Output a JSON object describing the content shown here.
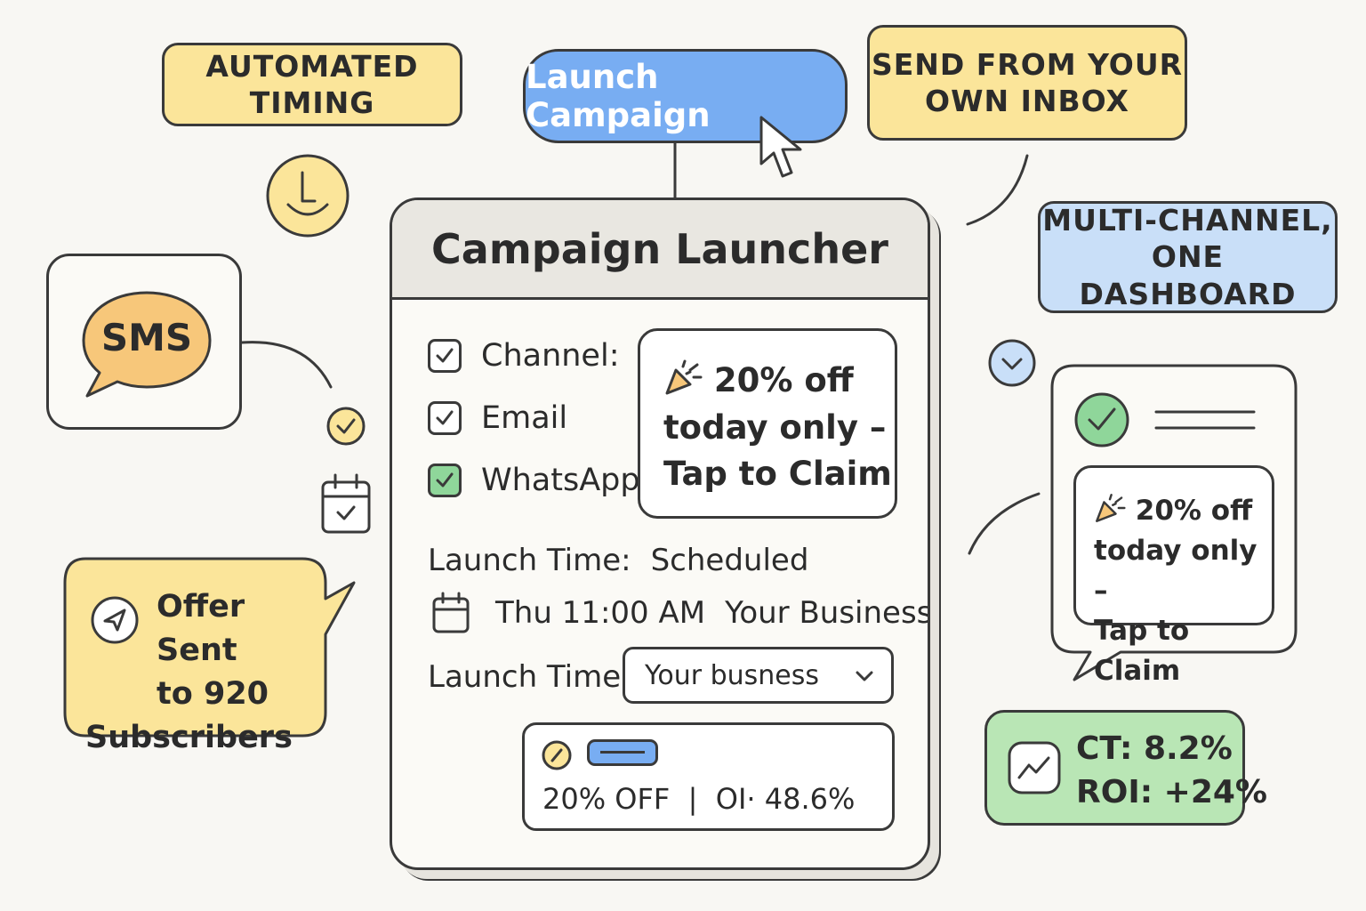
{
  "callouts": {
    "automated_timing": "AUTOMATED TIMING",
    "send_inbox_line1": "SEND FROM YOUR",
    "send_inbox_line2": "OWN INBOX",
    "multichannel_line1": "MULTI-CHANNEL,",
    "multichannel_line2": "ONE DASHBOARD",
    "sms": "SMS",
    "offer_sent_line1": "Offer Sent",
    "offer_sent_line2": "to 920",
    "offer_sent_line3": "Subscribers",
    "stats_ct": "CT: 8.2%",
    "stats_roi": "ROI: +24%"
  },
  "launch_button": {
    "label": "Launch Campaign"
  },
  "launcher": {
    "title": "Campaign Launcher",
    "channel_label": "Channel:",
    "channels": [
      {
        "label": "Email",
        "checked": true
      },
      {
        "label": "WhatsApp",
        "checked": true
      }
    ],
    "offer_line1": "20% off",
    "offer_line2": "today only –",
    "offer_line3": "Tap to Claim",
    "launch_time_label": "Launch Time:",
    "launch_time_value": "Scheduled",
    "schedule_time": "Thu 11:00 AM",
    "schedule_sender": "Your Business",
    "launch_time_label2": "Launch Time:",
    "select_value": "Your busness",
    "summary_text": "20% OFF  |  OI· 48.6%"
  },
  "phone_preview": {
    "offer_line1": "20% off",
    "offer_line2": "today only –",
    "offer_line3": "Tap to Claim"
  },
  "colors": {
    "yellow": "#fbe59a",
    "blue": "#78adf2",
    "light_blue": "#c9dff8",
    "green": "#b9e6b5",
    "check_green": "#8fd69a",
    "outline": "#3a3a3a"
  },
  "icons": [
    "clock-icon",
    "cursor-icon",
    "calendar-icon",
    "send-icon",
    "chart-icon",
    "party-popper-icon",
    "check-icon",
    "chevron-down-icon"
  ]
}
